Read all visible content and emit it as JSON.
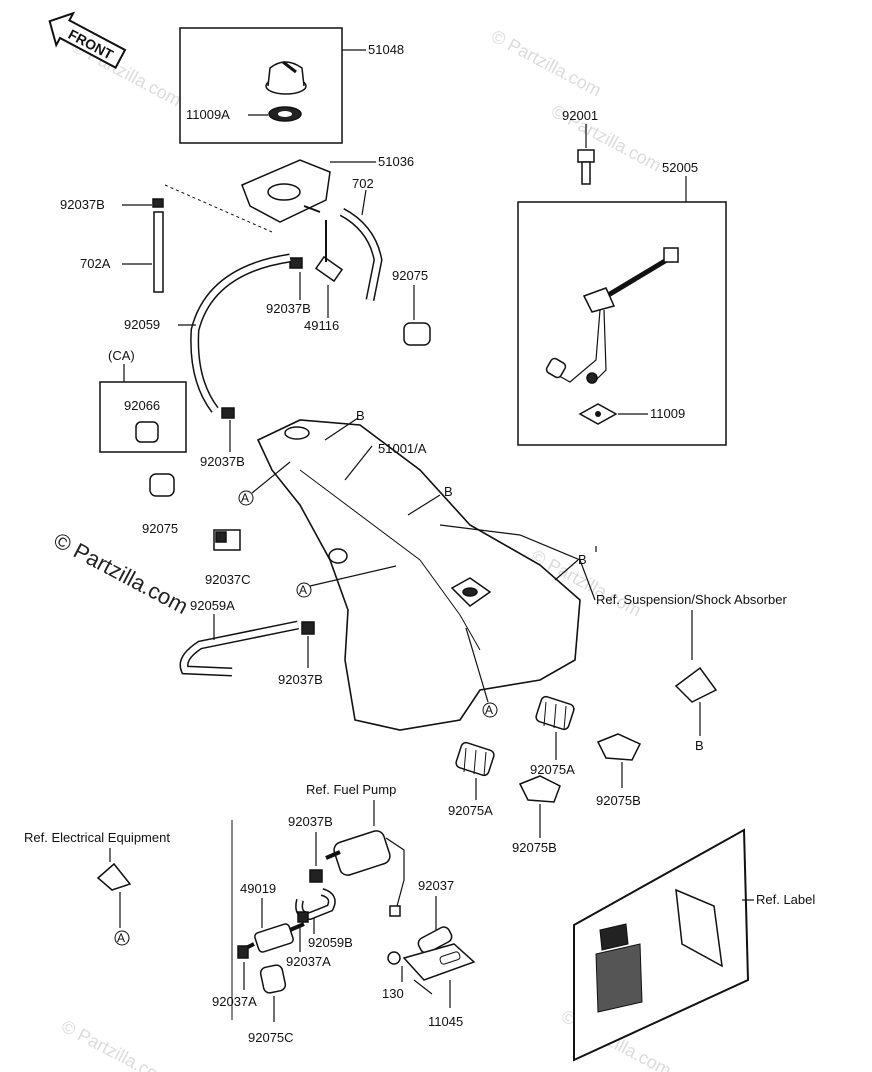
{
  "front_arrow": "FRONT",
  "watermark": "© Partzilla.com",
  "parts": {
    "p51048": "51048",
    "p11009A": "11009A",
    "p51036": "51036",
    "p702": "702",
    "p92037B_a": "92037B",
    "p702A": "702A",
    "p92037B_b": "92037B",
    "p49116": "49116",
    "p92075_a": "92075",
    "p92059": "92059",
    "pCA": "(CA)",
    "p92066": "92066",
    "p92037B_c": "92037B",
    "p51001A": "51001/A",
    "p92075_b": "92075",
    "p92037C": "92037C",
    "p92059A": "92059A",
    "p92037B_d": "92037B",
    "p92001": "92001",
    "p52005": "52005",
    "p11009": "11009",
    "p92075A_a": "92075A",
    "p92075A_b": "92075A",
    "p92075B_a": "92075B",
    "p92075B_b": "92075B",
    "p92037B_e": "92037B",
    "p49019": "49019",
    "p92059B": "92059B",
    "p92037A_a": "92037A",
    "p92037A_b": "92037A",
    "p92075C": "92075C",
    "p92037": "92037",
    "p130": "130",
    "p11045": "11045"
  },
  "refs": {
    "suspension": "Ref. Suspension/Shock Absorber",
    "fuel_pump": "Ref. Fuel Pump",
    "electrical": "Ref. Electrical Equipment",
    "label": "Ref. Label"
  },
  "markers": {
    "B1": "B",
    "B2": "B",
    "B3": "B",
    "B4": "B",
    "A1": "A",
    "A2": "A",
    "A3": "A",
    "A4": "A"
  }
}
